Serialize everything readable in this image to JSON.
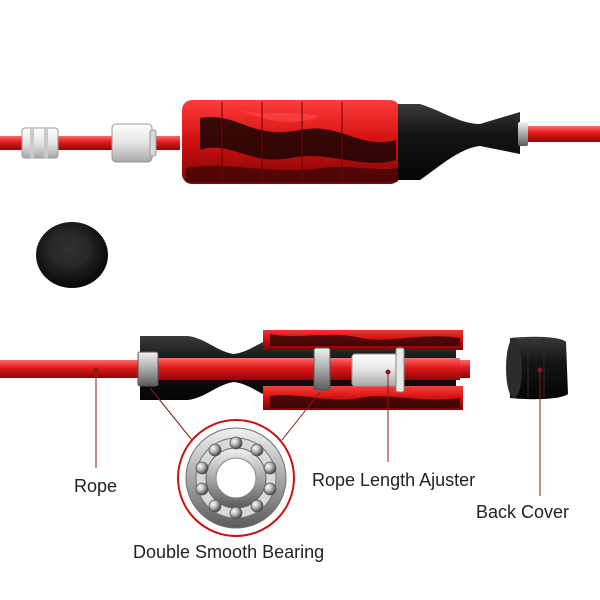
{
  "labels": {
    "rope": "Rope",
    "rope_length_adjuster": "Rope Length Ajuster",
    "back_cover": "Back Cover",
    "bearing": "Double Smooth Bearing"
  },
  "colors": {
    "rope_red": "#e01818",
    "handle_red": "#d01010",
    "handle_black": "#151515",
    "callout_line": "#8a1a1a",
    "bearing_ring": "#c81414"
  }
}
